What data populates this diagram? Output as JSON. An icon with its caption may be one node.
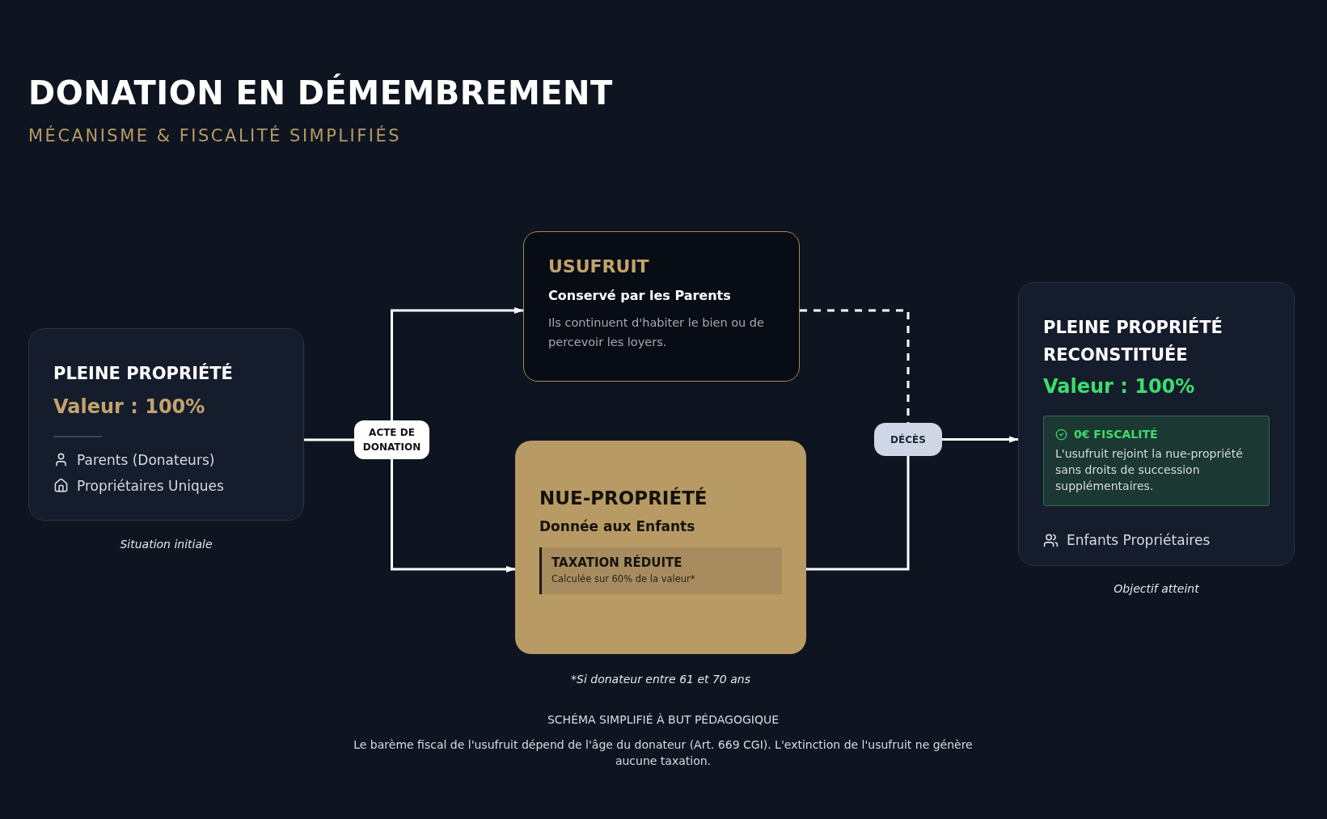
{
  "diagram": {
    "title": "DONATION EN DÉMEMBREMENT",
    "nodes": [
      {
        "text": [
          "PLEINE PROPRIÉTÉ",
          "Valeur : 100%",
          "Parents (Donateurs)",
          "Propriétaires Uniques"
        ],
        "beside": [
          "Situation initiale"
        ]
      },
      {
        "text": [
          "ACTE DE DONATION"
        ]
      },
      {
        "text": [
          "USUFRUIT",
          "Conservé par les Parents",
          "Ils continuent d'habiter le bien ou de percevoir les loyers."
        ]
      },
      {
        "text": [
          "NUE-PROPRIÉTÉ",
          "Donnée aux Enfants"
        ],
        "beside": [
          "*Si donateur entre 61 et 70 ans"
        ]
      },
      {
        "text": [
          "TAXATION RÉDUITE",
          "Calculée sur 60% de la valeur*"
        ],
        "in": 3
      },
      {
        "text": [
          "DÉCÈS"
        ]
      },
      {
        "text": [
          "PLEINE PROPRIÉTÉ RECONSTITUÉE",
          "Valeur : 100%",
          "Enfants Propriétaires"
        ],
        "beside": [
          "Objectif atteint"
        ]
      },
      {
        "text": [
          "0€ FISCALITÉ",
          "L'usufruit rejoint la nue-propriété sans droits de succession supplémentaires."
        ],
        "in": 6
      }
    ],
    "edges": [
      {
        "from": 0,
        "to": 1,
        "arrow": "none"
      },
      {
        "from": 1,
        "to": 2,
        "arrow": "to"
      },
      {
        "from": 1,
        "to": 3,
        "arrow": "to"
      },
      {
        "from": 2,
        "to": 5,
        "arrow": "none",
        "style": "dashed"
      },
      {
        "from": 3,
        "to": 5,
        "arrow": "none"
      },
      {
        "from": 5,
        "to": 6,
        "arrow": "to"
      }
    ],
    "labels": [
      "MÉCANISME & FISCALITÉ SIMPLIFIÉS",
      "SCHÉMA SIMPLIFIÉ À BUT PÉDAGOGIQUE",
      "Le barème fiscal de l'usufruit dépend de l'âge du donateur (Art. 669 CGI). L'extinction de l'usufruit ne génère aucune taxation."
    ]
  }
}
